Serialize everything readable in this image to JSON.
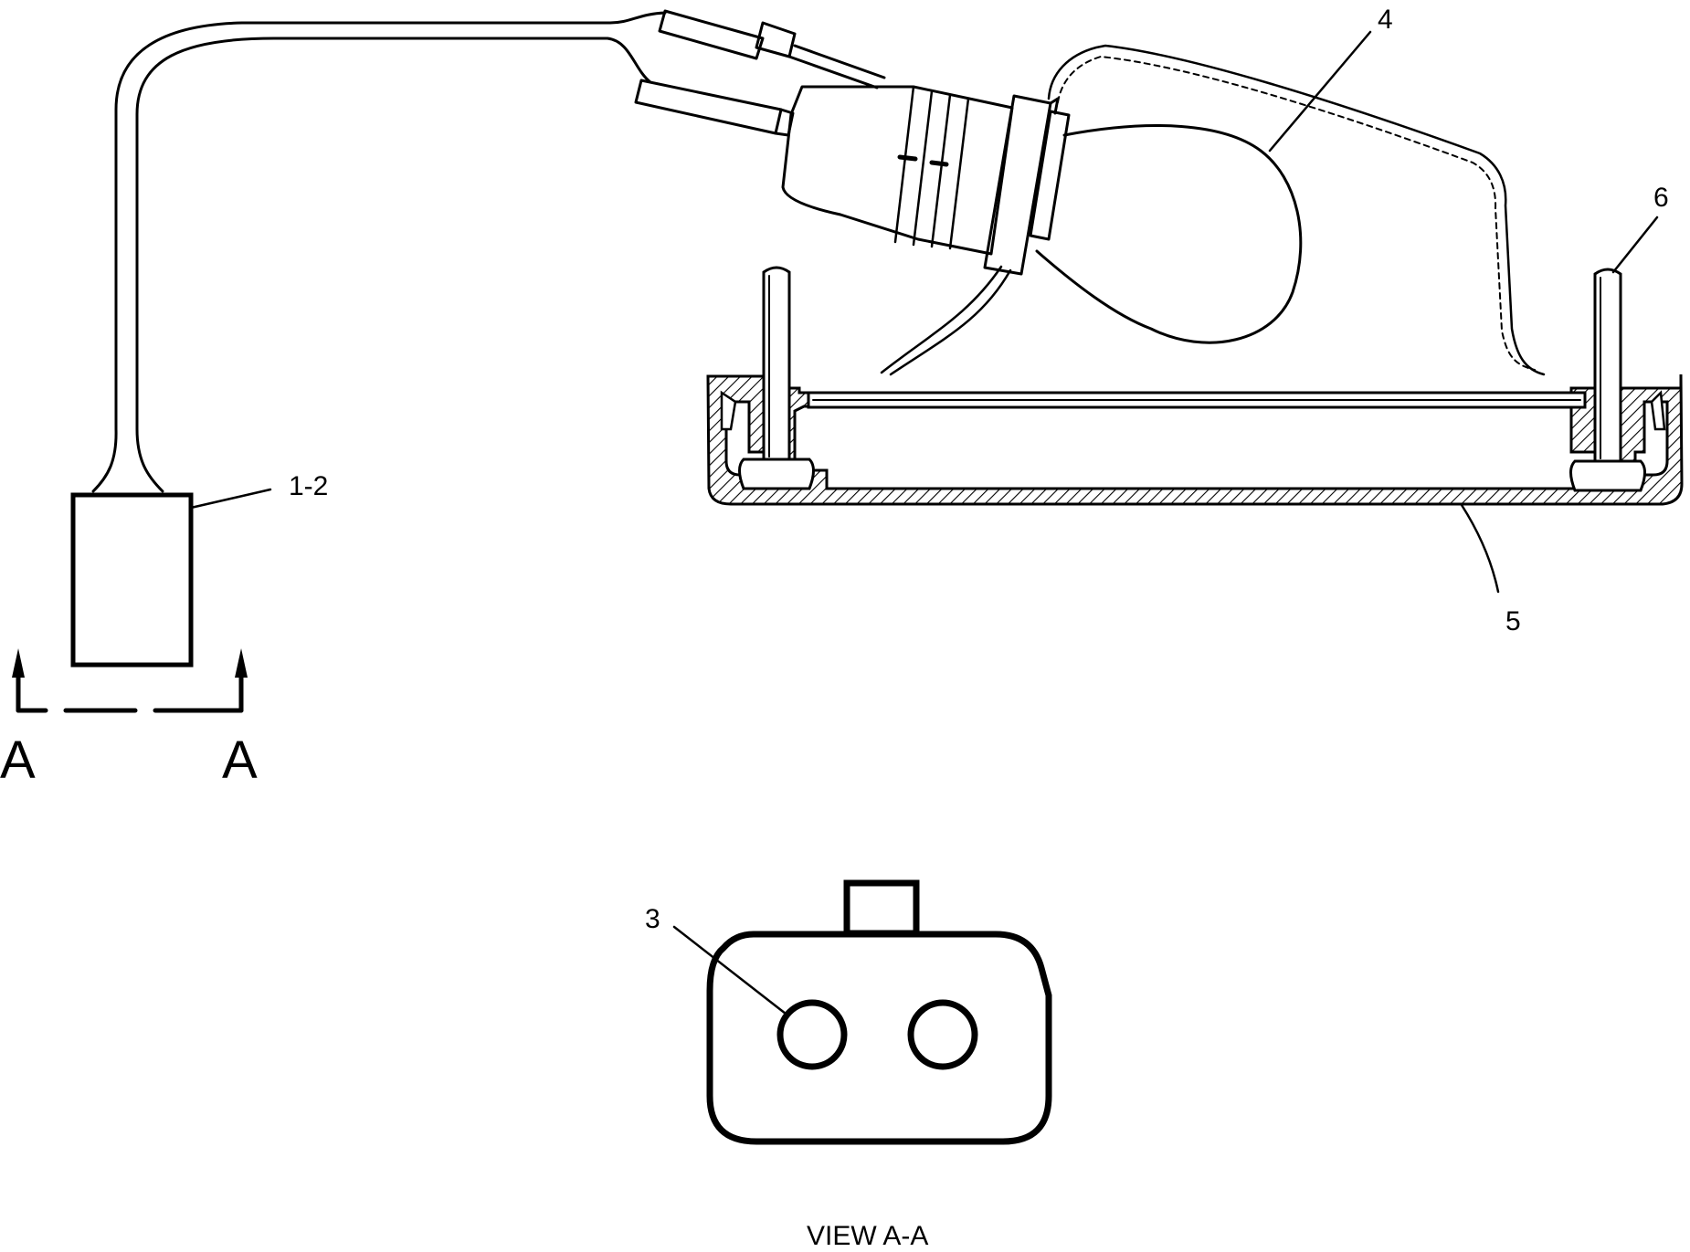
{
  "labels": {
    "c1_2": "1-2",
    "c3": "3",
    "c4": "4",
    "c5": "5",
    "c6": "6",
    "section_left": "A",
    "section_right": "A",
    "view_caption": "VIEW A-A"
  },
  "colors": {
    "ink": "#000000",
    "paper": "#ffffff"
  }
}
